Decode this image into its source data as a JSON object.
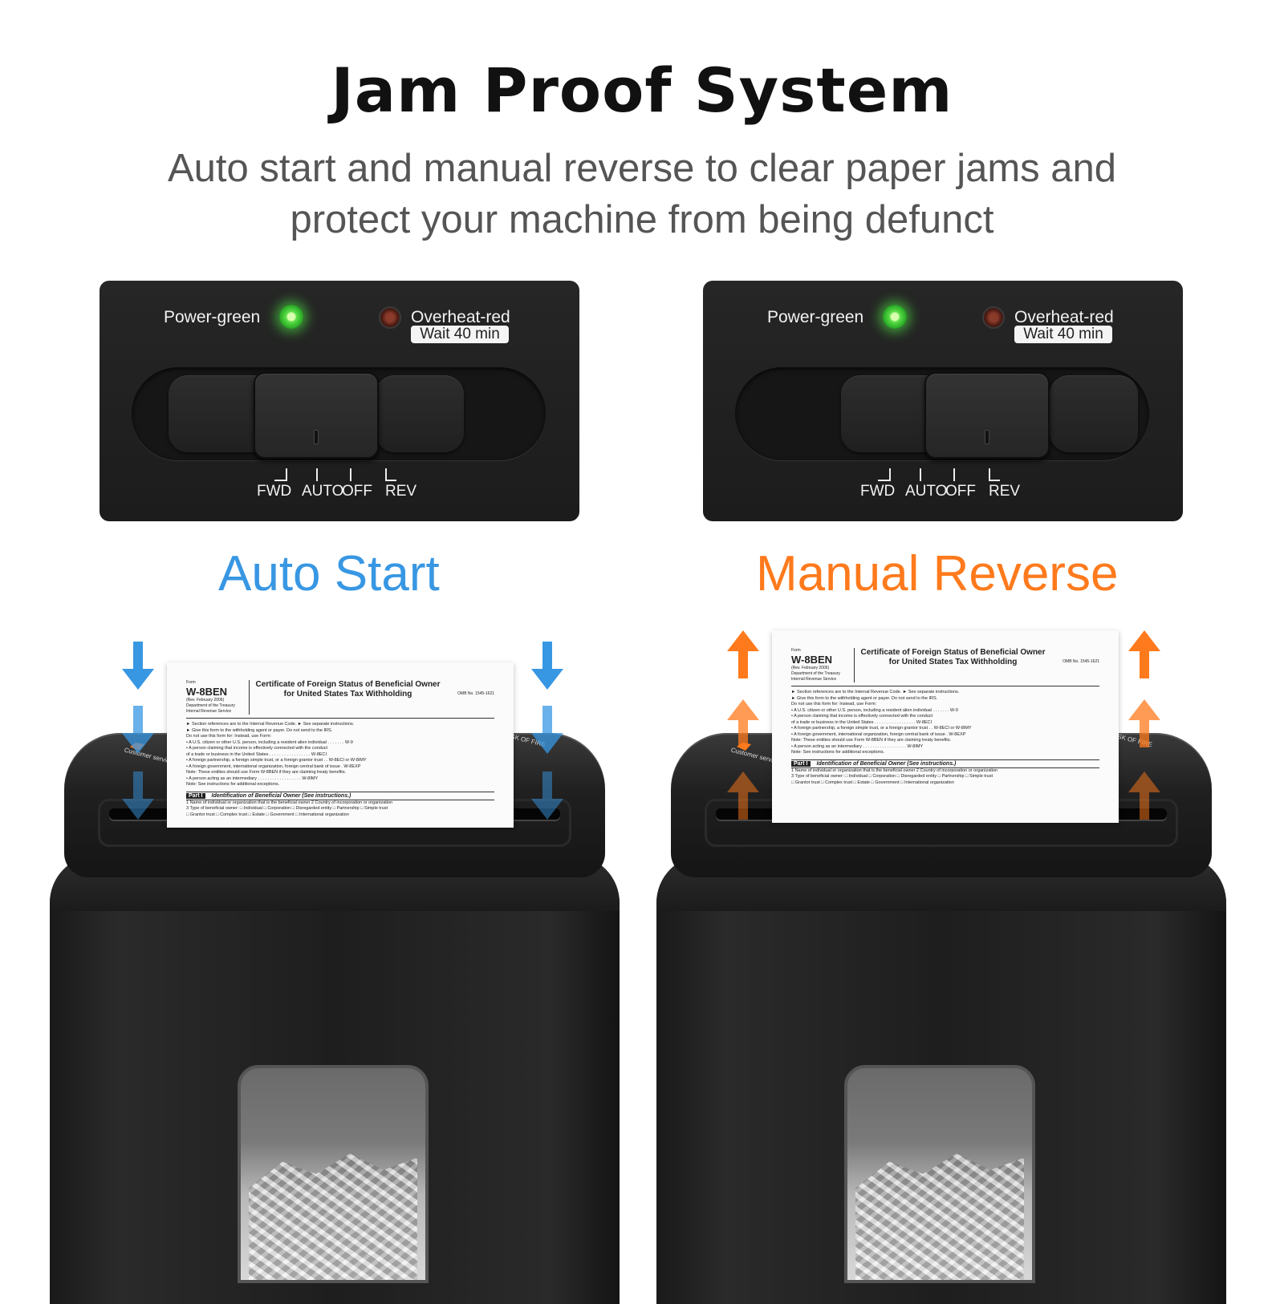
{
  "header": {
    "title": "Jam Proof System",
    "subtitle_line1": "Auto start and manual reverse to clear paper jams and",
    "subtitle_line2": "protect your machine from being defunct"
  },
  "panel": {
    "power_label": "Power-green",
    "overheat_label": "Overheat-red",
    "wait_label": "Wait 40 min",
    "positions": [
      "FWD",
      "AUTO",
      "OFF",
      "REV"
    ]
  },
  "modes": {
    "auto_label": "Auto Start",
    "reverse_label": "Manual Reverse"
  },
  "colors": {
    "auto_blue": "#3897e3",
    "reverse_orange": "#ff7a1c",
    "power_led": "#4fd94a",
    "overheat_led": "#6a2618"
  },
  "paper": {
    "form_label": "Form",
    "form_id": "W-8BEN",
    "form_rev": "(Rev. February 2006)",
    "form_dept": "Department of the Treasury Internal Revenue Service",
    "title_line1": "Certificate of Foreign Status of Beneficial Owner",
    "title_line2": "for United States Tax Withholding",
    "omb": "OMB No. 1545-1621",
    "lines": [
      "► Section references are to the Internal Revenue Code.  ► See separate instructions.",
      "► Give this form to the withholding agent or payer. Do not send to the IRS.",
      "Do not use this form for:                                                   Instead, use Form:",
      "• A U.S. citizen or other U.S. person, including a resident alien individual . . . . . . . W-9",
      "• A person claiming that income is effectively connected with the conduct",
      "  of a trade or business in the United States . . . . . . . . . . . . . . . . . W-8ECI",
      "• A foreign partnership, a foreign simple trust, or a foreign grantor trust . . W-8ECI or W-8IMY",
      "• A foreign government, international organization, foreign central bank of issue . W-8EXP",
      "Note: These entities should use Form W-8BEN if they are claiming treaty benefits.",
      "• A person acting as an intermediary . . . . . . . . . . . . . . . . . . W-8IMY",
      "Note: See instructions for additional exceptions."
    ],
    "part_label": "Part I",
    "part_title": "Identification of Beneficial Owner (See instructions.)",
    "part_lines": [
      "1  Name of individual or organization that is the beneficial owner       2  Country of incorporation or organization",
      "3  Type of beneficial owner:   □ Individual   □ Corporation   □ Disregarded entity   □ Partnership   □ Simple trust",
      "   □ Grantor trust   □ Complex trust   □ Estate   □ Government   □ International organization"
    ]
  },
  "shredder": {
    "lid_text_left": "Customer service",
    "lid_text_right": "RISK OF FIRE"
  }
}
